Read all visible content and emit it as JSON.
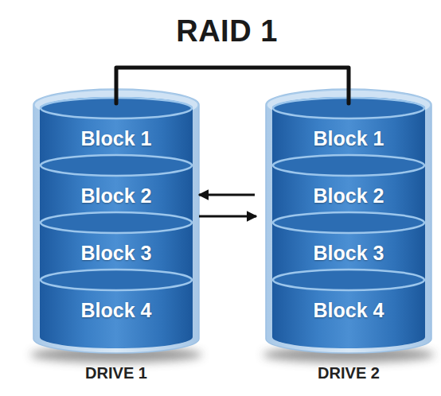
{
  "diagram": {
    "title": "RAID 1",
    "nodes": [
      {
        "text": [
          "DRIVE 1"
        ]
      },
      {
        "text": [
          "Block 1"
        ],
        "in": 0
      },
      {
        "text": [
          "Block 2"
        ],
        "in": 0
      },
      {
        "text": [
          "Block 3"
        ],
        "in": 0
      },
      {
        "text": [
          "Block 4"
        ],
        "in": 0
      },
      {
        "text": [
          "DRIVE 2"
        ]
      },
      {
        "text": [
          "Block 1"
        ],
        "in": 5
      },
      {
        "text": [
          "Block 2"
        ],
        "in": 5
      },
      {
        "text": [
          "Block 3"
        ],
        "in": 5
      },
      {
        "text": [
          "Block 4"
        ],
        "in": 5
      }
    ],
    "edges": [
      {
        "from": 0,
        "to": 5,
        "arrow": "none"
      },
      {
        "from": 5,
        "to": 0,
        "arrow": "to"
      },
      {
        "from": 0,
        "to": 5,
        "arrow": "to"
      }
    ]
  }
}
